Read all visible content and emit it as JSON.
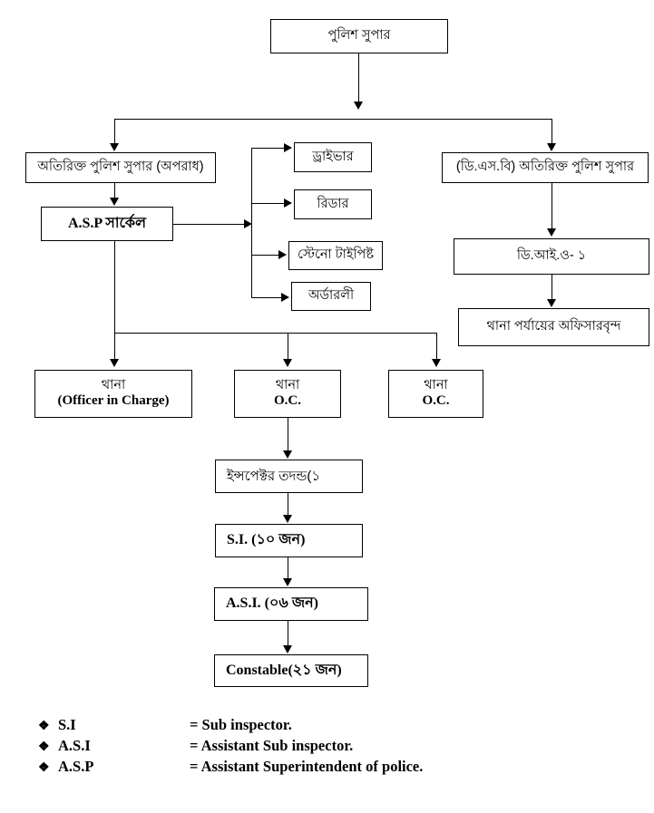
{
  "diagram": {
    "title": "Police Organizational Hierarchy Chart",
    "line_color": "#000000",
    "background_color": "#ffffff"
  },
  "nodes": {
    "sp": {
      "line1": "পুলিশ সুপার"
    },
    "addl_sp": {
      "line1": "অতিরিক্ত পুলিশ সুপার (অপরাধ)"
    },
    "asp": {
      "line1": "A.S.P সার্কেল"
    },
    "dsb": {
      "line1": "(ডি.এস.বি) অতিরিক্ত পুলিশ সুপার"
    },
    "driver": {
      "line1": "ড্রাইভার"
    },
    "reader": {
      "line1": "রিডার"
    },
    "steno": {
      "line1": "স্টেনো টাইপিষ্ট"
    },
    "orderly": {
      "line1": "অর্ডারলী"
    },
    "dio": {
      "line1": "ডি.আই.ও- ১"
    },
    "officers": {
      "line1": "থানা পর্যায়ের অফিসারবৃন্দ"
    },
    "thana1": {
      "line1": "থানা",
      "line2": "(Officer in Charge)"
    },
    "thana2": {
      "line1": "থানা",
      "line2": "O.C."
    },
    "thana3": {
      "line1": "থানা",
      "line2": "O.C."
    },
    "inspector": {
      "line1": "ইন্সপেক্টর তদন্ড(১"
    },
    "si": {
      "line1": "S.I. (১০ জন)"
    },
    "asi": {
      "line1": "A.S.I. (০৬ জন)"
    },
    "constable": {
      "line1": "Constable(২১ জন)"
    }
  },
  "legend": {
    "bullet": "❖",
    "rows": [
      {
        "abbr": "S.I",
        "eq": "= Sub inspector."
      },
      {
        "abbr": "A.S.I",
        "eq": "= Assistant Sub inspector."
      },
      {
        "abbr": "A.S.P",
        "eq": "= Assistant Superintendent of police."
      }
    ]
  }
}
